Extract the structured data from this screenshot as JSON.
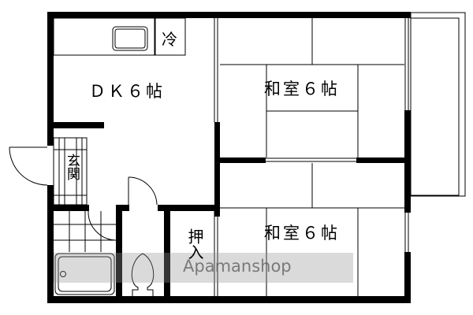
{
  "rooms": {
    "dk": "ＤＫ６帖",
    "washitsu_upper": "和室６帖",
    "washitsu_lower": "和室６帖",
    "refrigerator": "冷",
    "entrance": "玄関",
    "closet": "押入"
  },
  "watermark": "Apamanshop",
  "colors": {
    "wall": "#000000",
    "watermark": "#5a5a5a"
  }
}
